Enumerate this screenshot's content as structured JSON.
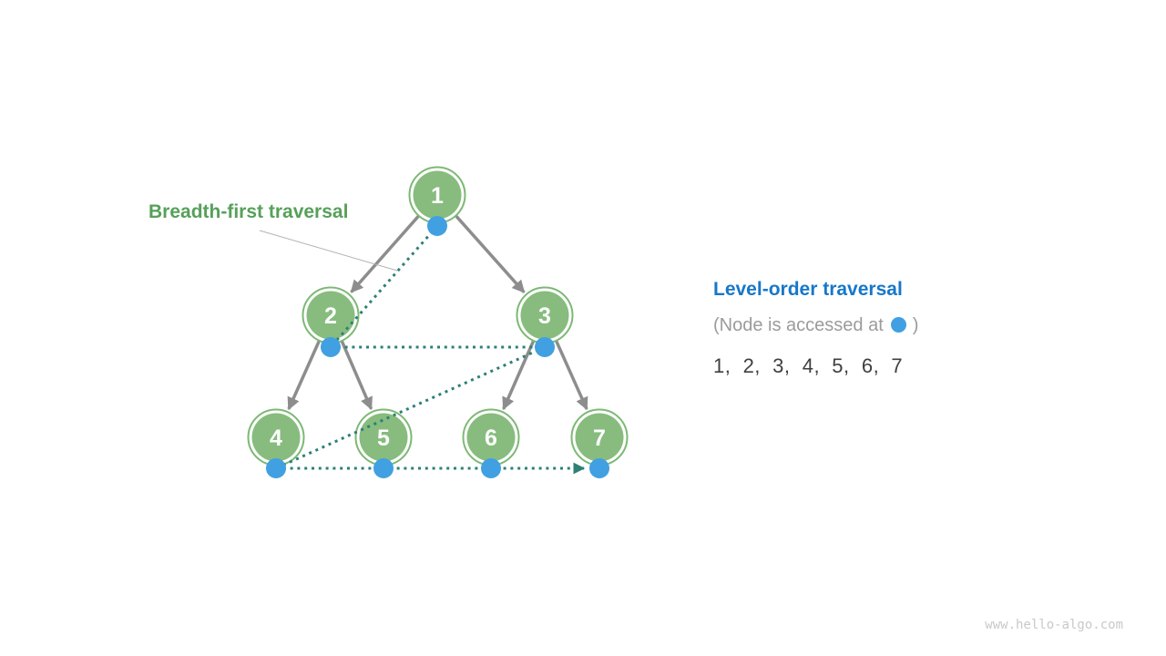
{
  "figure": {
    "background": "#ffffff",
    "kind": "binary-tree breadth-first traversal illustration"
  },
  "annotations": {
    "breadth_label": "Breadth-first traversal"
  },
  "legend": {
    "title": "Level-order traversal",
    "subtitle_prefix": "(Node is accessed at",
    "subtitle_suffix": ")",
    "sequence": "1,  2,  3,  4,  5,  6,  7"
  },
  "tree": {
    "nodes": [
      {
        "id": 1,
        "label": "1",
        "level": 0
      },
      {
        "id": 2,
        "label": "2",
        "level": 1
      },
      {
        "id": 3,
        "label": "3",
        "level": 1
      },
      {
        "id": 4,
        "label": "4",
        "level": 2
      },
      {
        "id": 5,
        "label": "5",
        "level": 2
      },
      {
        "id": 6,
        "label": "6",
        "level": 2
      },
      {
        "id": 7,
        "label": "7",
        "level": 2
      }
    ],
    "edges": [
      [
        1,
        2
      ],
      [
        1,
        3
      ],
      [
        2,
        4
      ],
      [
        2,
        5
      ],
      [
        3,
        6
      ],
      [
        3,
        7
      ]
    ]
  },
  "traversal": {
    "type": "level-order",
    "order": [
      1,
      2,
      3,
      4,
      5,
      6,
      7
    ]
  },
  "colors": {
    "node_fill_green": "#87bc7e",
    "node_ring_green": "#7cb974",
    "edge_gray": "#8d8d8d",
    "traversal_teal": "#2e8077",
    "access_dot_blue": "#41a0e1",
    "breadth_label_green": "#57a05a",
    "legend_title_blue": "#1777c9",
    "legend_sub_gray": "#9b9b9b",
    "sequence_text": "#3f3f3f",
    "watermark_gray": "#c9c9c9"
  },
  "watermark": {
    "text": "www.hello-algo.com"
  }
}
